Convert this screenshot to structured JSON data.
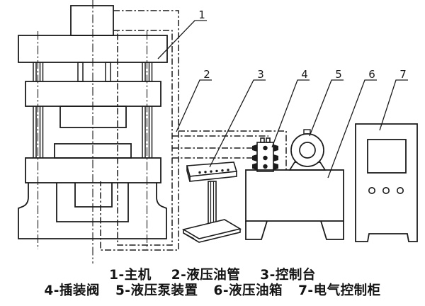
{
  "figure": {
    "description": "hydraulic-press-system-schematic",
    "callouts": [
      "1",
      "2",
      "3",
      "4",
      "5",
      "6",
      "7"
    ],
    "legend": {
      "line1": [
        "1-主机",
        "2-液压油管",
        "3-控制台"
      ],
      "line2": [
        "4-插装阀",
        "5-液压泵装置",
        "6-液压油箱",
        "7-电气控制柜"
      ]
    },
    "components": {
      "press": "主机",
      "pipes": "液压油管",
      "console": "控制台",
      "cartridge_valve": "插装阀",
      "pump_unit": "液压泵装置",
      "oil_tank": "液压油箱",
      "electric_cabinet": "电气控制柜"
    },
    "colors": {
      "line": "#1b1b1b",
      "background": "#ffffff"
    }
  }
}
